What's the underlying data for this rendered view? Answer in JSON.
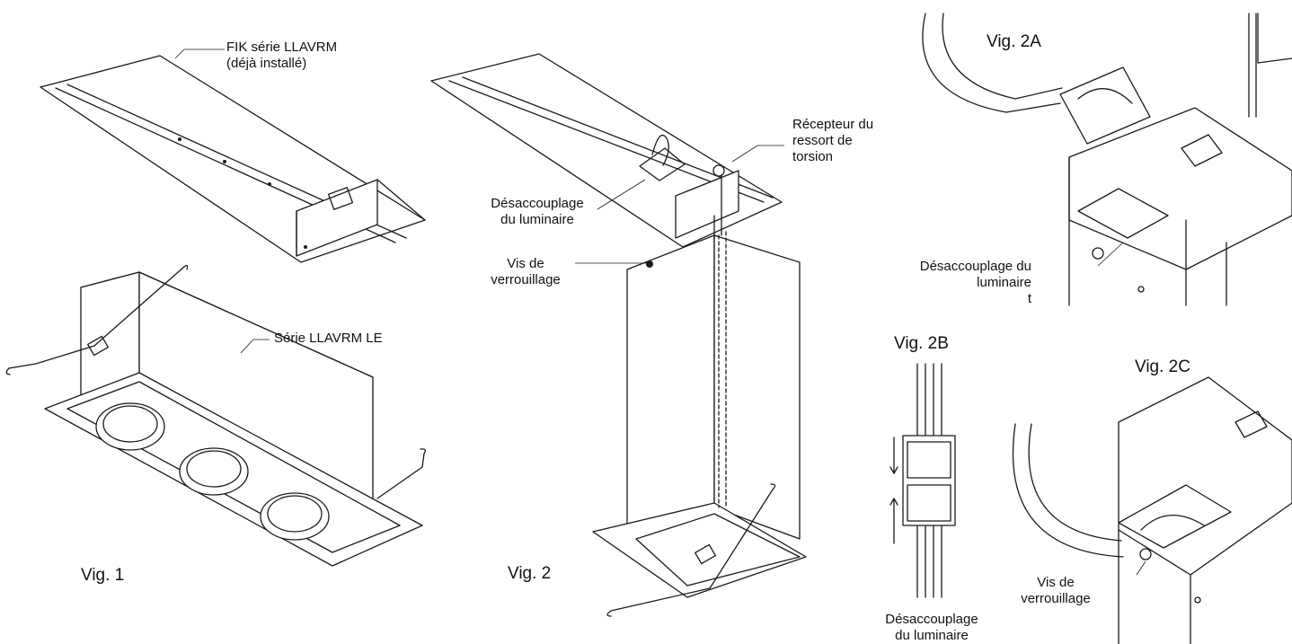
{
  "labels": {
    "fik_series_line1": "FIK série LLAVRM",
    "fik_series_line2": "(déjà installé)",
    "llavrm_le_series": "Série LLAVRM LE",
    "fig1": "Vig. 1",
    "torsion_receiver_line1": "Récepteur du",
    "torsion_receiver_line2": "ressort de",
    "torsion_receiver_line3": "torsion",
    "uncoupling_center_line1": "Désaccouplage",
    "uncoupling_center_line2": "du luminaire",
    "lock_screw_center_line1": "Vis de",
    "lock_screw_center_line2": "verrouillage",
    "fig2": "Vig. 2",
    "fig2a": "Vig. 2A",
    "uncoupling_2a_line1": "Désaccouplage du",
    "uncoupling_2a_line2": "luminaire",
    "uncoupling_2a_line3": "t",
    "fig2b": "Vig. 2B",
    "uncoupling_2b_line1": "Désaccouplage",
    "uncoupling_2b_line2": "du luminaire",
    "fig2c": "Vig. 2C",
    "lock_screw_2c_line1": "Vis de",
    "lock_screw_2c_line2": "verrouillage"
  },
  "colors": {
    "line": "#1a1a1a",
    "text": "#111111",
    "background": "#ffffff"
  }
}
